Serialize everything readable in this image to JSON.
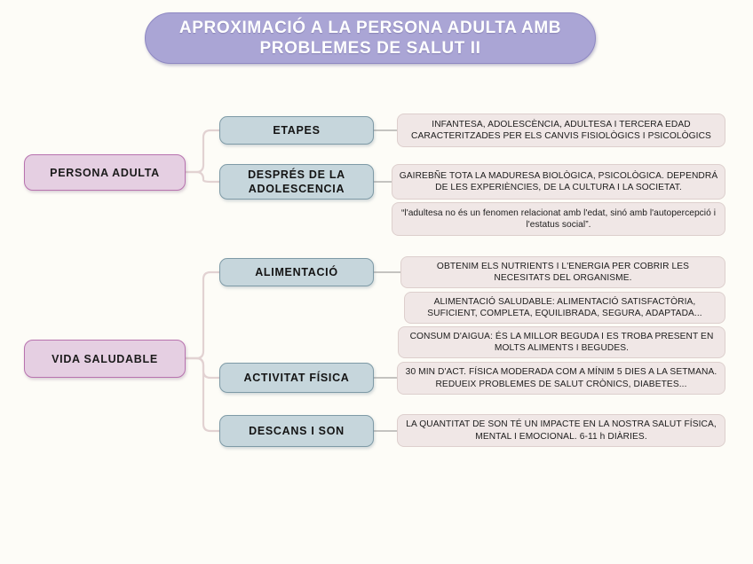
{
  "title": {
    "line1": "APROXIMACIÓ A LA PERSONA ADULTA AMB",
    "line2": "PROBLEMES DE SALUT II",
    "full": "APROXIMACIÓ A LA PERSONA ADULTA AMB PROBLEMES DE SALUT II"
  },
  "colors": {
    "background": "#fdfcf7",
    "title_fill": "#aaa5d5",
    "title_border": "#8e88c2",
    "title_text": "#ffffff",
    "root_fill": "#e5cfe2",
    "root_border": "#b873af",
    "branch_fill": "#c6d6dc",
    "branch_border": "#7e9aa6",
    "leaf_fill": "#f0e7e6",
    "leaf_border": "#ddcfcd",
    "connector": "#e2d2d2"
  },
  "roots": [
    {
      "id": "persona-adulta",
      "label": "PERSONA ADULTA"
    },
    {
      "id": "vida-saludable",
      "label": "VIDA SALUDABLE"
    }
  ],
  "branches": [
    {
      "id": "etapes",
      "label": "ETAPES",
      "parent": "persona-adulta"
    },
    {
      "id": "despres-adolescencia",
      "label_line1": "DESPRÉS DE LA",
      "label_line2": "ADOLESCENCIA",
      "parent": "persona-adulta"
    },
    {
      "id": "alimentacio",
      "label": "ALIMENTACIÓ",
      "parent": "vida-saludable"
    },
    {
      "id": "activitat-fisica",
      "label": "ACTIVITAT FÍSICA",
      "parent": "vida-saludable"
    },
    {
      "id": "descans-i-son",
      "label": "DESCANS I SON",
      "parent": "vida-saludable"
    }
  ],
  "leaves": [
    {
      "id": "leaf-etapes",
      "parent": "etapes",
      "text": "INFANTESA, ADOLESCÈNCIA, ADULTESA I TERCERA EDAD CARACTERITZADES PER ELS CANVIS FISIOLÒGICS I PSICOLÒGICS"
    },
    {
      "id": "leaf-maduresa",
      "parent": "despres-adolescencia",
      "text": "GAIREBÑE TOTA LA MADURESA BIOLÒGICA, PSICOLÒGICA. DEPENDRÁ DE LES EXPERIÈNCIES, DE LA CULTURA I LA SOCIETAT."
    },
    {
      "id": "leaf-quote",
      "parent": "despres-adolescencia",
      "text": "“l'adultesa no és un fenomen relacionat amb l'edat, sinó amb l'autopercepció i l'estatus social”."
    },
    {
      "id": "leaf-nutrients",
      "parent": "alimentacio",
      "text": "OBTENIM ELS NUTRIENTS I L'ENERGIA PER COBRIR LES NECESITATS DEL ORGANISME."
    },
    {
      "id": "leaf-alimentacio-saludable",
      "parent": "alimentacio",
      "text": "ALIMENTACIÓ SALUDABLE: ALIMENTACIÓ SATISFACTÒRIA, SUFICIENT, COMPLETA, EQUILIBRADA, SEGURA, ADAPTADA..."
    },
    {
      "id": "leaf-aigua",
      "parent": "alimentacio",
      "text": "CONSUM D'AIGUA: ÉS LA MILLOR BEGUDA I ES TROBA PRESENT EN MOLTS ALIMENTS I BEGUDES."
    },
    {
      "id": "leaf-activitat",
      "parent": "activitat-fisica",
      "text": "30 MIN D'ACT. FÍSICA MODERADA COM A MÍNIM 5 DIES A LA SETMANA. REDUEIX PROBLEMES DE SALUT CRÒNICS, DIABETES..."
    },
    {
      "id": "leaf-son",
      "parent": "descans-i-son",
      "text": "LA QUANTITAT DE SON TÉ UN IMPACTE EN LA NOSTRA SALUT FÍSICA, MENTAL I EMOCIONAL. 6-11 h DIÀRIES."
    }
  ]
}
